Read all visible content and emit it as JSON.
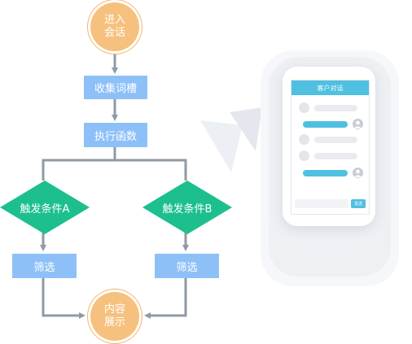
{
  "flowchart": {
    "start": {
      "line1": "进入",
      "line2": "会话"
    },
    "step1": "收集词槽",
    "step2": "执行函数",
    "condition_a": "触发条件A",
    "condition_b": "触发条件B",
    "filter_a": "筛选",
    "filter_b": "筛选",
    "end": {
      "line1": "内容",
      "line2": "展示"
    }
  },
  "phone": {
    "chat_title": "客户对话",
    "send_label": "发送"
  },
  "colors": {
    "circle": "#f6c17f",
    "rect": "#8ec0f8",
    "diamond": "#1dbf8f",
    "connector": "#8f9aa6",
    "chat_accent": "#4fc0e0"
  }
}
